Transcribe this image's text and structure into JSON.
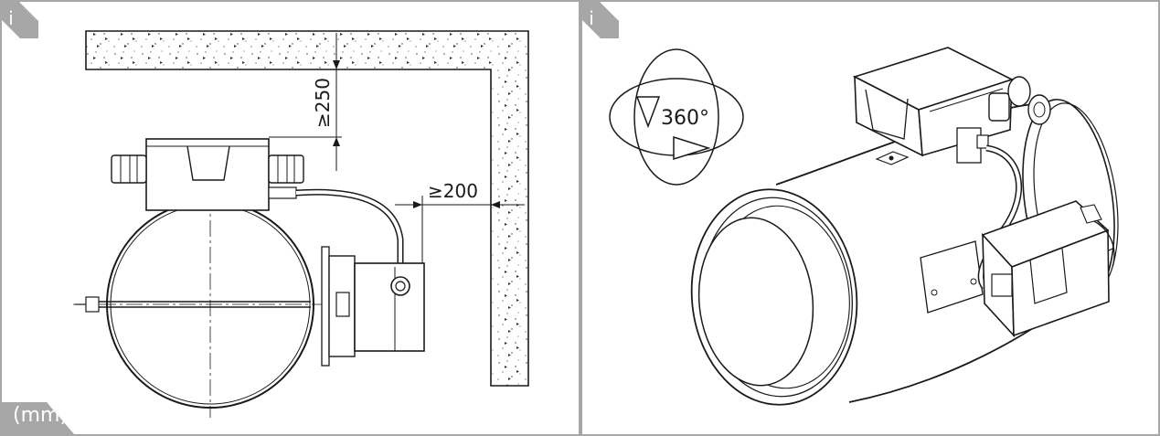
{
  "panels": {
    "left": {
      "info_glyph": "i",
      "unit_label": "(mm)",
      "dim_top_clearance": "≥250",
      "dim_side_clearance": "≥200"
    },
    "right": {
      "info_glyph": "i",
      "rotation_label": "360°"
    }
  },
  "colors": {
    "badge": "#a7a7a7",
    "frame": "#a7a7a7",
    "line": "#1a1a1a"
  },
  "icons": [
    "info-icon",
    "rotation-360-icon"
  ]
}
